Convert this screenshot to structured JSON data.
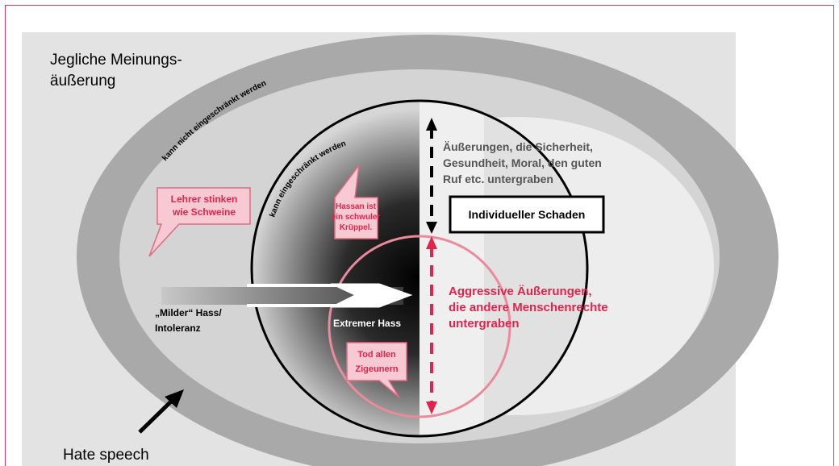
{
  "outer_label_line1": "Jegliche Meinungs-",
  "outer_label_line2": "äußerung",
  "ring_outer_text": "kann nicht eingeschränkt werden",
  "ring_inner_text": "kann eingeschränkt werden",
  "right_top_line1": "Äußerungen, die Sicherheit,",
  "right_top_line2": "Gesundheit, Moral, den guten",
  "right_top_line3": "Ruf etc. untergraben",
  "box_label": "Individueller Schaden",
  "aggressive_line1": "Aggressive Äußerungen,",
  "aggressive_line2": "die andere Menschenrechte",
  "aggressive_line3": "untergraben",
  "mild_line1": "„Milder“ Hass/",
  "mild_line2": "Intoleranz",
  "extreme_label": "Extremer Hass",
  "bubble1_line1": "Lehrer stinken",
  "bubble1_line2": "wie Schweine",
  "bubble2_line1": "Hassan ist",
  "bubble2_line2": "ein schwuler",
  "bubble2_line3": "Krüppel.",
  "bubble3_line1": "Tod allen",
  "bubble3_line2": "Zigeunern",
  "hate_speech_label": "Hate speech",
  "colors": {
    "accent_red": "#e0244c",
    "bubble_fill": "#f7c9d2",
    "bubble_stroke": "#e06a85"
  }
}
